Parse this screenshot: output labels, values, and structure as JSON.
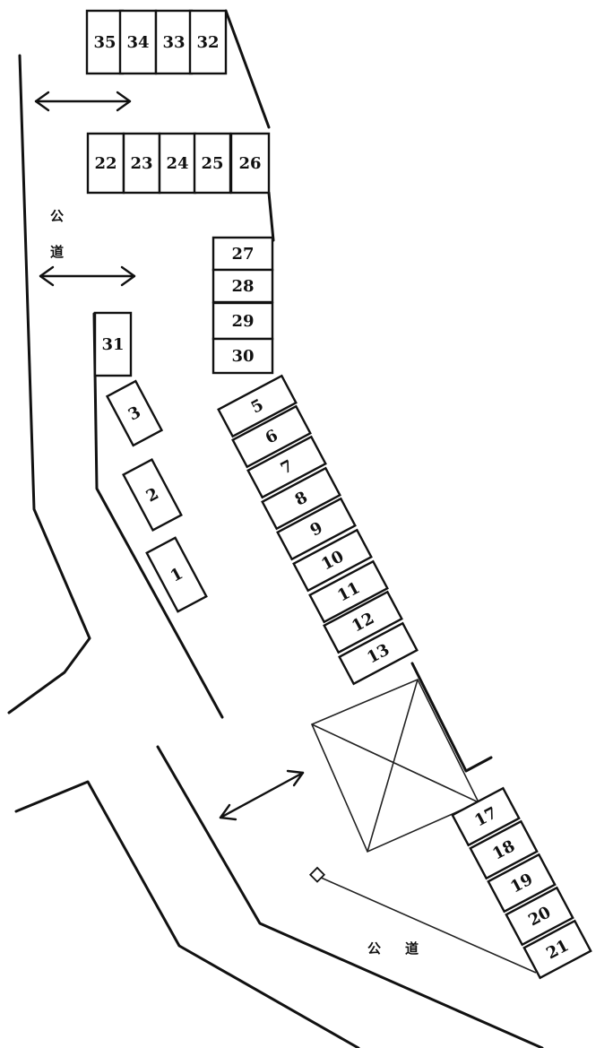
{
  "map": {
    "stalls": [
      {
        "id": "s35",
        "label": "35"
      },
      {
        "id": "s34",
        "label": "34"
      },
      {
        "id": "s33",
        "label": "33"
      },
      {
        "id": "s32",
        "label": "32"
      },
      {
        "id": "s22",
        "label": "22"
      },
      {
        "id": "s23",
        "label": "23"
      },
      {
        "id": "s24",
        "label": "24"
      },
      {
        "id": "s25",
        "label": "25"
      },
      {
        "id": "s26",
        "label": "26"
      },
      {
        "id": "s27",
        "label": "27"
      },
      {
        "id": "s28",
        "label": "28"
      },
      {
        "id": "s29",
        "label": "29"
      },
      {
        "id": "s30",
        "label": "30"
      },
      {
        "id": "s31",
        "label": "31"
      },
      {
        "id": "s3",
        "label": "3"
      },
      {
        "id": "s2",
        "label": "2"
      },
      {
        "id": "s1",
        "label": "1"
      },
      {
        "id": "s5",
        "label": "5"
      },
      {
        "id": "s6",
        "label": "6"
      },
      {
        "id": "s7",
        "label": "7"
      },
      {
        "id": "s8",
        "label": "8"
      },
      {
        "id": "s9",
        "label": "9"
      },
      {
        "id": "s10",
        "label": "10"
      },
      {
        "id": "s11",
        "label": "11"
      },
      {
        "id": "s12",
        "label": "12"
      },
      {
        "id": "s13",
        "label": "13"
      },
      {
        "id": "s17",
        "label": "17"
      },
      {
        "id": "s18",
        "label": "18"
      },
      {
        "id": "s19",
        "label": "19"
      },
      {
        "id": "s20",
        "label": "20"
      },
      {
        "id": "s21",
        "label": "21"
      }
    ],
    "road_labels": {
      "left_top": "公",
      "left_bottom": "道",
      "bottom_first": "公",
      "bottom_second": "道"
    }
  }
}
